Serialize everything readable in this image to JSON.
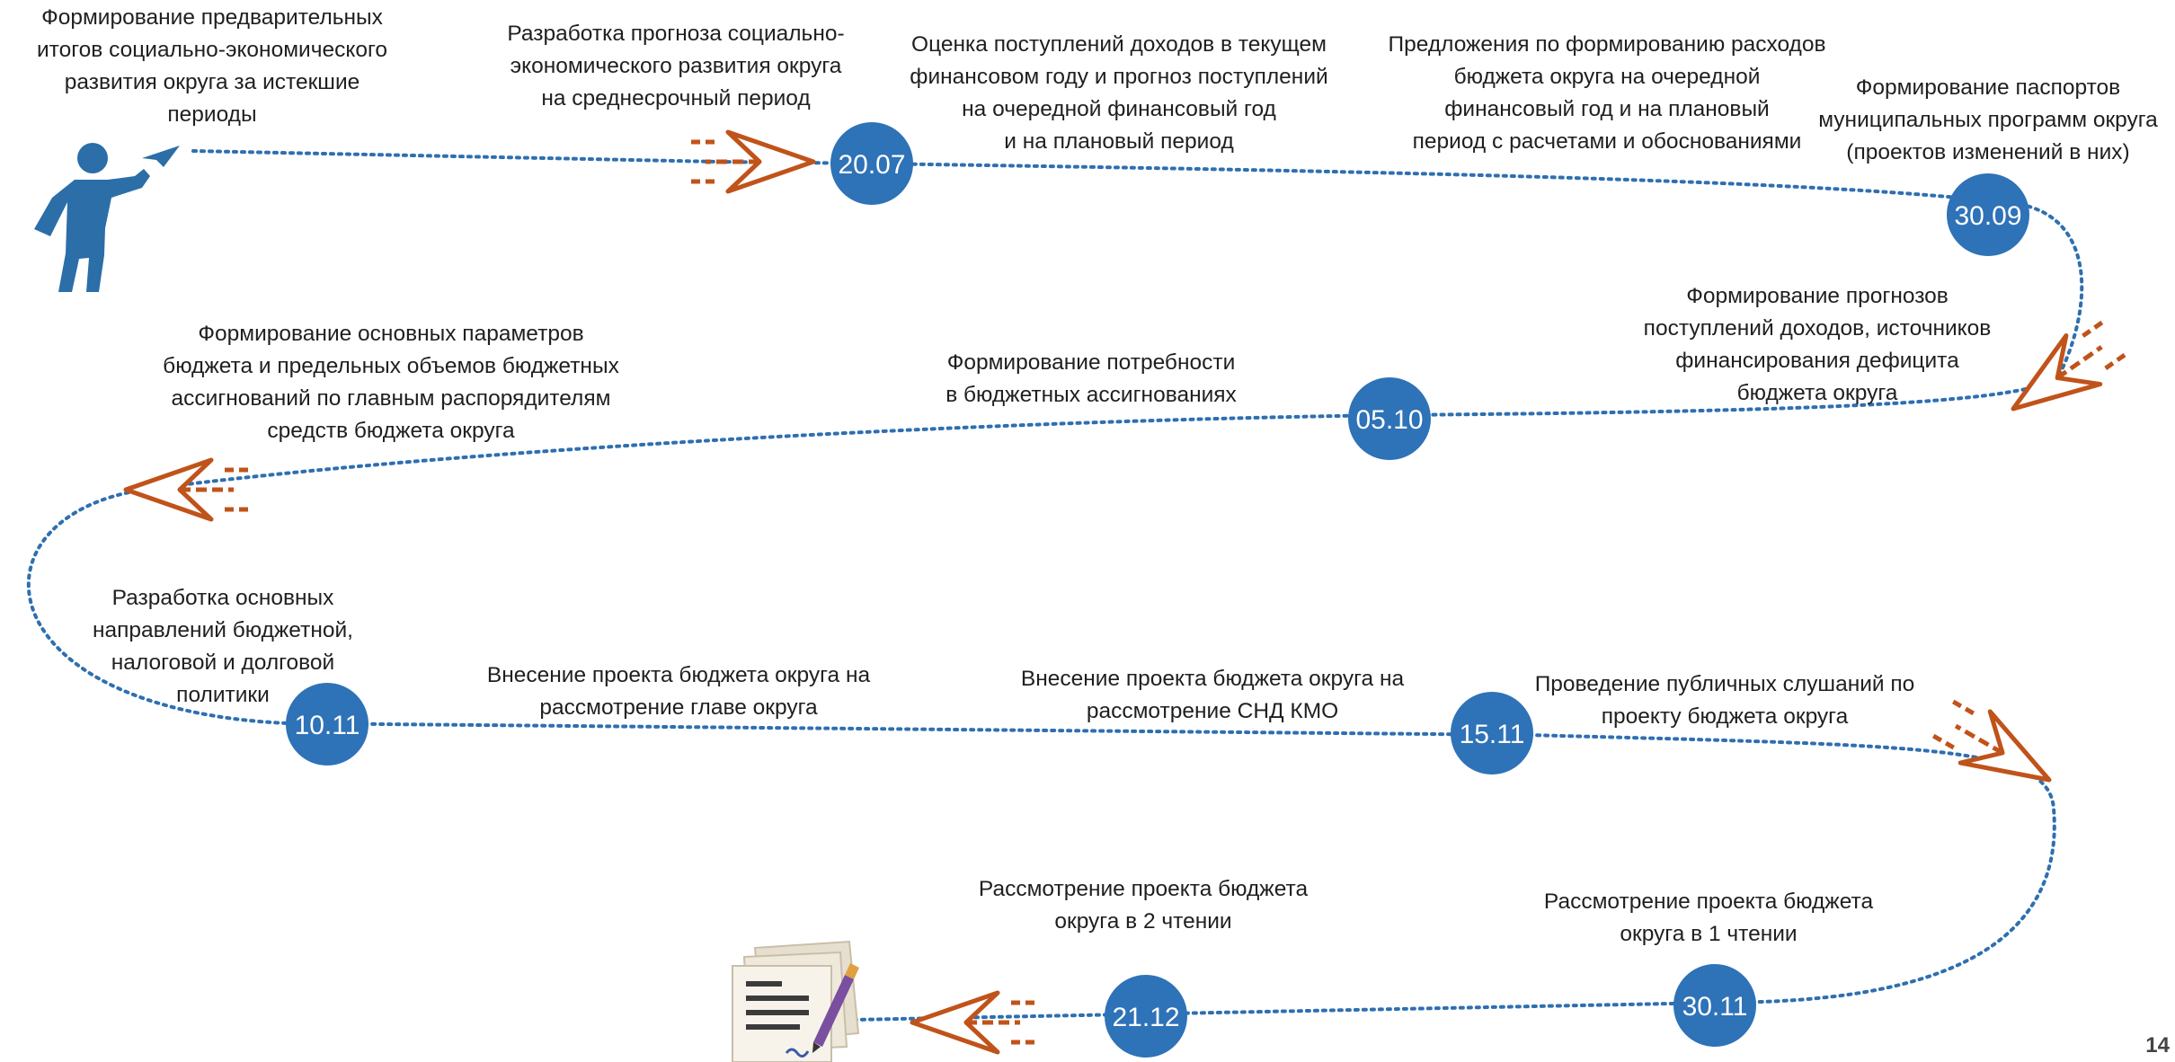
{
  "steps": [
    {
      "text": [
        "Формирование предварительных",
        "итогов социально-экономического",
        "развития округа за истекшие",
        "периоды"
      ]
    },
    {
      "text": [
        "Разработка прогноза социально-",
        "экономического развития округа",
        "на среднесрочный период"
      ]
    },
    {
      "text": [
        "Оценка поступлений доходов в текущем",
        "финансовом году и прогноз поступлений",
        "на очередной финансовый год",
        "и на плановый период"
      ]
    },
    {
      "text": [
        "Предложения по формированию расходов",
        "бюджета округа на очередной",
        "финансовый год и на плановый",
        "период с расчетами и обоснованиями"
      ]
    },
    {
      "text": [
        "Формирование паспортов",
        "муниципальных программ округа",
        "(проектов изменений в них)"
      ]
    },
    {
      "text": [
        "Формирование прогнозов",
        "поступлений доходов, источников",
        "финансирования дефицита",
        "бюджета округа"
      ]
    },
    {
      "text": [
        "Формирование потребности",
        "в бюджетных ассигнованиях"
      ]
    },
    {
      "text": [
        "Формирование основных параметров",
        "бюджета и предельных объемов бюджетных",
        "ассигнований по главным распорядителям",
        "средств бюджета округа"
      ]
    },
    {
      "text": [
        "Разработка основных",
        "направлений бюджетной,",
        "налоговой и долговой",
        "политики"
      ]
    },
    {
      "text": [
        "Внесение проекта бюджета округа на",
        "рассмотрение главе округа"
      ]
    },
    {
      "text": [
        "Внесение проекта бюджета округа на",
        "рассмотрение СНД КМО"
      ]
    },
    {
      "text": [
        "Проведение публичных слушаний по",
        "проекту бюджета округа"
      ]
    },
    {
      "text": [
        "Рассмотрение проекта бюджета",
        "округа в 1 чтении"
      ]
    },
    {
      "text": [
        "Рассмотрение проекта бюджета",
        "округа в 2 чтении"
      ]
    }
  ],
  "dates": [
    "20.07",
    "30.09",
    "05.10",
    "10.11",
    "15.11",
    "30.11",
    "21.12"
  ],
  "page_number": "14",
  "colors": {
    "path": "#2e6fb0",
    "badge": "#2e72b8",
    "arrow": "#c0531a",
    "person": "#2b6ea8",
    "text": "#1f1f1f"
  },
  "icons": {
    "start": "person-throwing-plane-icon",
    "end": "signed-documents-icon",
    "direction": "paper-plane-icon"
  }
}
